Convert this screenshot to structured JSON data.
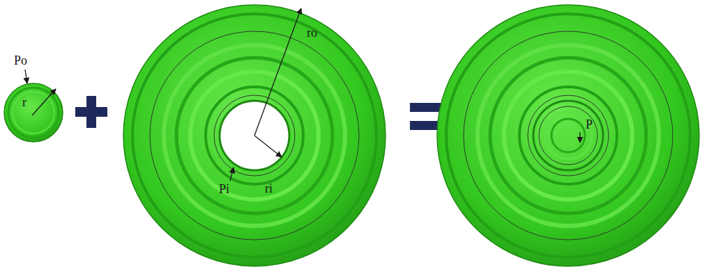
{
  "diagram": {
    "labels": [
      "Po",
      "r",
      "ro",
      "Pi",
      "ri",
      "P"
    ]
  }
}
